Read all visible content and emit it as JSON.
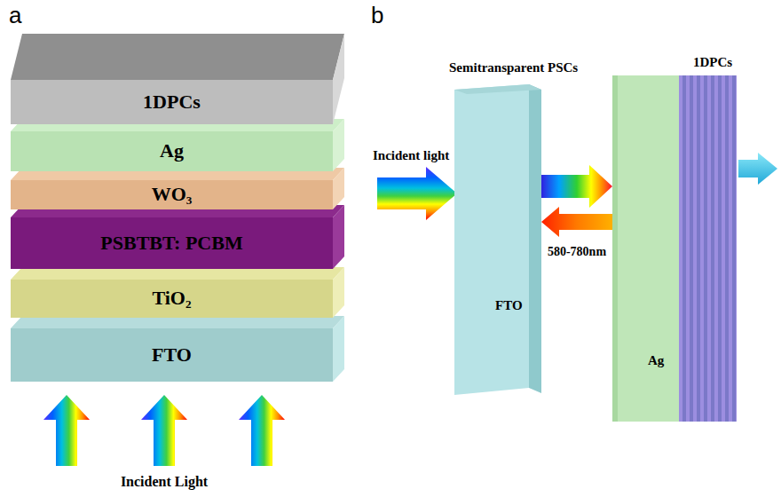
{
  "diagram": {
    "nodes": [
      {
        "text": [
          "1DPCs"
        ]
      },
      {
        "text": [
          "Ag"
        ]
      },
      {
        "text": [
          "WO₃"
        ]
      },
      {
        "text": [
          "PSBTBT: PCBM"
        ]
      },
      {
        "text": [
          "TiO₂"
        ]
      },
      {
        "text": [
          "FTO"
        ]
      },
      {
        "text": [
          "Semitransparent PSCs",
          "FTO"
        ]
      },
      {
        "text": [
          "Ag"
        ]
      },
      {
        "text": [
          "1DPCs"
        ]
      }
    ],
    "edges": [
      {
        "from": 6,
        "to": 7,
        "arrow": "to"
      },
      {
        "from": 7,
        "to": 6,
        "label": "580-780nm",
        "arrow": "to"
      }
    ],
    "labels": [
      "a",
      "b",
      "Incident Light",
      "Incident light"
    ]
  }
}
